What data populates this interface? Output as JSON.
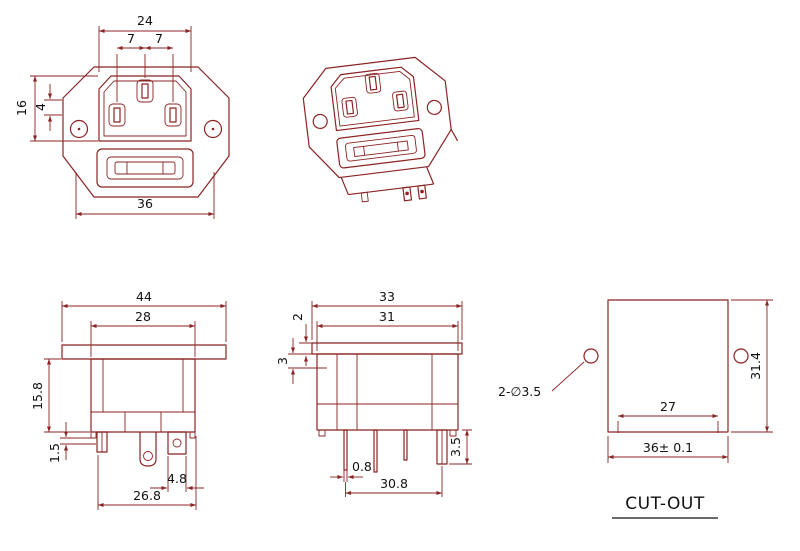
{
  "colors": {
    "line": "#8b2323",
    "text": "#111111"
  },
  "views": {
    "front": {
      "d24": "24",
      "d7_left": "7",
      "d7_right": "7",
      "d16": "16",
      "d4": "4",
      "d36": "36"
    },
    "rear": {
      "d44": "44",
      "d28": "28",
      "d15_8": "15.8",
      "d1_5": "1.5",
      "d4_8": "4.8",
      "d26_8": "26.8"
    },
    "side": {
      "d33": "33",
      "d31": "31",
      "d2": "2",
      "d3": "3",
      "d0_8": "0.8",
      "d30_8": "30.8",
      "d3_5": "3.5"
    },
    "cutout": {
      "hole_callout": "2-∅3.5",
      "d31_4": "31.4",
      "d27": "27",
      "d36_tol": "36± 0.1",
      "title": "CUT-OUT"
    }
  }
}
